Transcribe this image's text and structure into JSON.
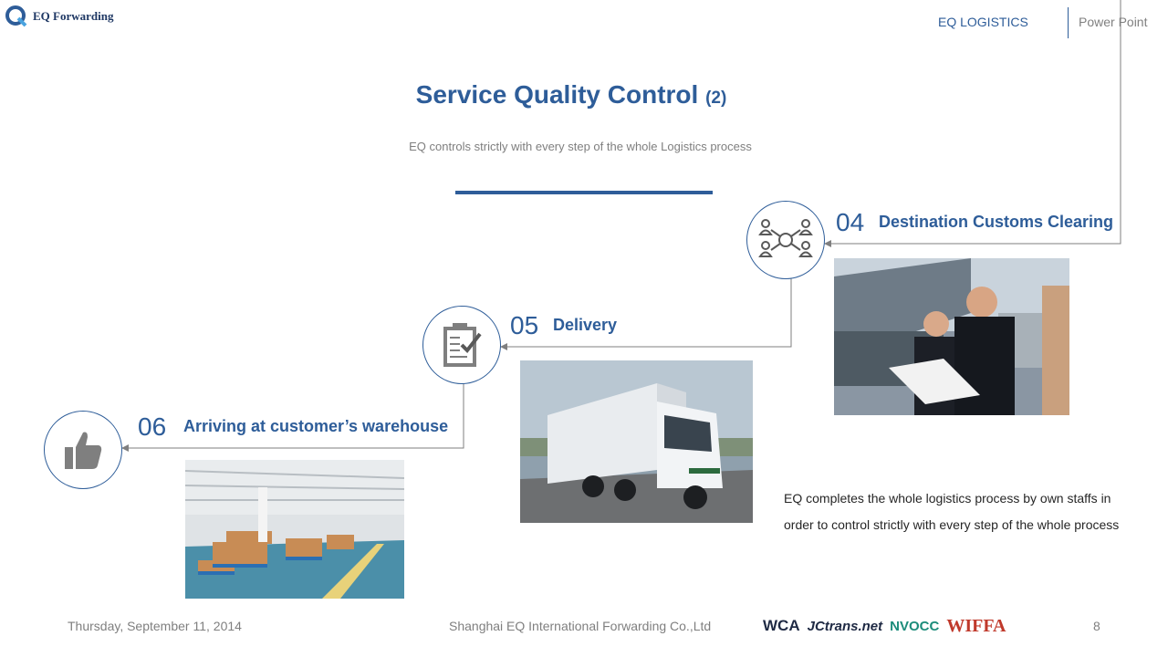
{
  "header": {
    "logo_text": "EQ Forwarding",
    "right_label_1": "EQ  LOGISTICS",
    "right_label_2": "Power Point"
  },
  "title": {
    "main": "Service Quality Control",
    "suffix": "(2)"
  },
  "subtitle": "EQ controls strictly with every step of the  whole Logistics process",
  "steps": [
    {
      "number": "04",
      "label": "Destination  Customs Clearing",
      "icon": "customs-network-icon"
    },
    {
      "number": "05",
      "label": "Delivery",
      "icon": "checklist-icon"
    },
    {
      "number": "06",
      "label": "Arriving at customer’s warehouse",
      "icon": "thumbs-up-icon"
    }
  ],
  "body_text": "EQ completes the  whole logistics process by own staffs in order to control strictly with every step of the whole process",
  "footer": {
    "date": "Thursday, September  11, 2014",
    "company": "Shanghai EQ International Forwarding  Co.,Ltd",
    "page_number": "8",
    "badges": [
      "WCA",
      "JCtrans.net",
      "NVOCC",
      "WIFFA"
    ]
  },
  "colors": {
    "accent": "#2e5d99",
    "muted": "#7f7f7f"
  }
}
